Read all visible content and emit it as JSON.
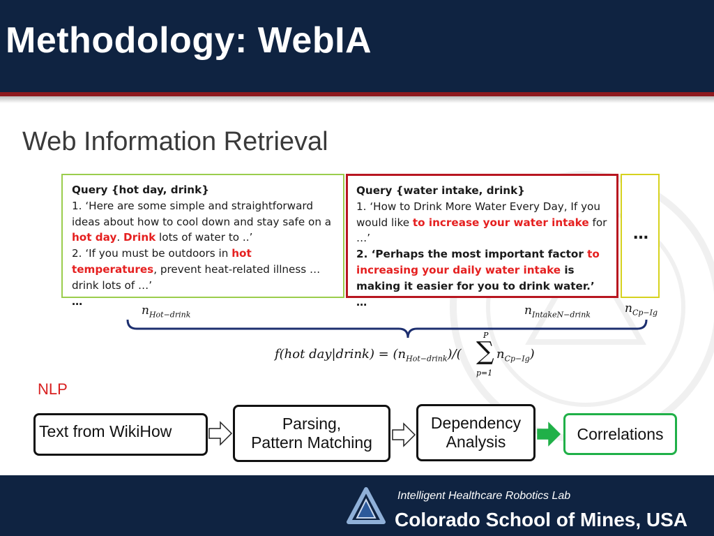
{
  "slide": {
    "title": "Methodology: WebIA",
    "subtitle": "Web Information Retrieval"
  },
  "query_boxes": [
    {
      "title": "Query {hot day, drink}",
      "line1a": "1. ‘Here are some simple and straightforward ideas about how to cool down and stay safe on a ",
      "line1_hl1": "hot day",
      "line1b": ". ",
      "line1_hl2": "Drink",
      "line1c": " lots of water to ..’",
      "line2a": "2. ‘If you must be outdoors in ",
      "line2_hl": "hot temperatures",
      "line2b": ", prevent heat-related illness … drink lots of …’",
      "ellipsis": "…",
      "border_color": "#9acd4c"
    },
    {
      "title": "Query {water intake, drink}",
      "line1a": "1. ‘How to Drink More Water Every Day, If you would like ",
      "line1_hl": "to increase your water intake",
      "line1b": " for …’",
      "line2a": "2. ‘Perhaps the most important factor ",
      "line2_hl": "to increasing your daily water intake",
      "line2b": " is making it easier for you to drink water.’",
      "ellipsis": "…",
      "border_color": "#b81620"
    },
    {
      "ellipsis": "…",
      "border_color": "#d6d21e"
    }
  ],
  "math": {
    "n_hot": "n",
    "n_hot_sub": "Hot−drink",
    "n_intake": "n",
    "n_intake_sub": "IntakeN−drink",
    "n_cp": "n",
    "n_cp_sub": "Cp−Ig",
    "formula_left": "f(hot day|drink) = (n",
    "formula_left_sub": "Hot−drink",
    "formula_mid": ")/(",
    "sum_symbol": "∑",
    "sum_upper": "P",
    "sum_lower": "p=1",
    "formula_right": "n",
    "formula_right_sub": "Cp−Ig",
    "formula_end": ")"
  },
  "pipeline": {
    "label": "NLP",
    "steps": [
      {
        "line1": "Text from WikiHow",
        "line2": ""
      },
      {
        "line1": "Parsing,",
        "line2": "Pattern Matching"
      },
      {
        "line1": "Dependency",
        "line2": "Analysis"
      },
      {
        "line1": "Correlations",
        "line2": ""
      }
    ]
  },
  "footer": {
    "lab": "Intelligent Healthcare Robotics Lab",
    "school": "Colorado School of Mines, USA"
  },
  "colors": {
    "navy": "#0f2341",
    "accent_red": "#8e1a1f",
    "highlight": "#e52020",
    "pipeline_green": "#20b048"
  }
}
